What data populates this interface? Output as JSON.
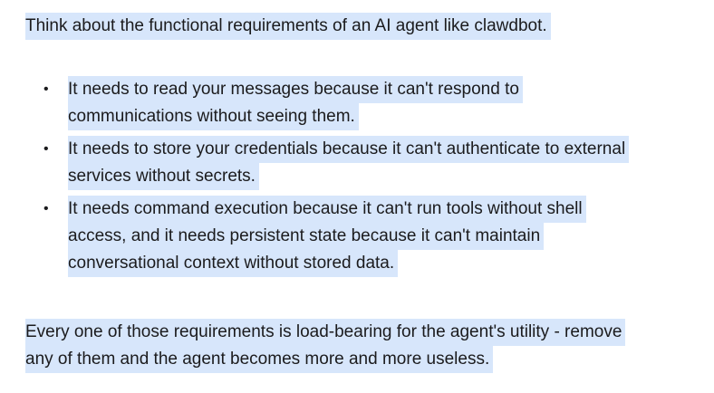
{
  "page": {
    "background_color": "#ffffff",
    "text_color": "#1b1b1d",
    "selection_highlight_color": "#d7e6fb"
  },
  "content": {
    "bullet_glyph": "•",
    "intro_paragraph": {
      "lines": [
        "Think about the functional requirements of an AI agent like clawdbot."
      ]
    },
    "bullets": [
      {
        "lines": [
          "It needs to read your messages because it can't respond to",
          "communications without seeing them."
        ]
      },
      {
        "lines": [
          "It needs to store your credentials because it can't authenticate to external",
          "services without secrets."
        ]
      },
      {
        "lines": [
          "It needs command execution because it can't run tools without shell",
          "access, and it needs persistent state because it can't maintain",
          "conversational context without stored data."
        ]
      }
    ],
    "closing_paragraph": {
      "lines": [
        "Every one of those requirements is load-bearing for the agent's utility - remove",
        "any of them and the agent becomes more and more useless."
      ]
    }
  }
}
